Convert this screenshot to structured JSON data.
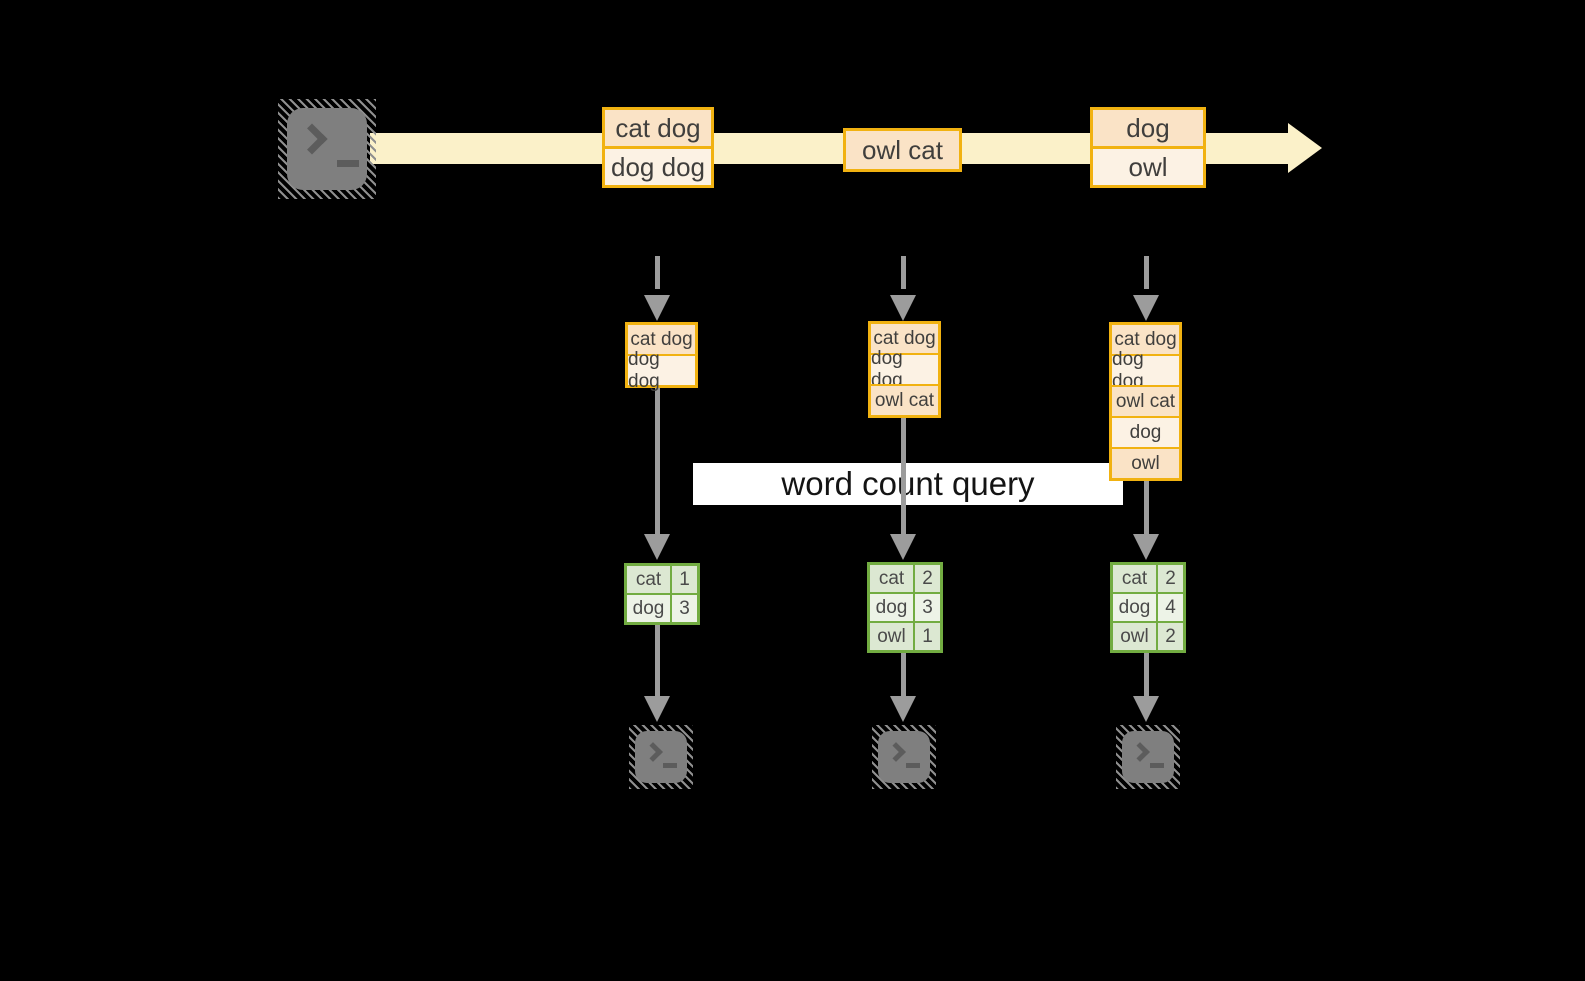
{
  "colors": {
    "background": "#000000",
    "stream_band": "#FBF1C9",
    "box_border": "#F1B211",
    "box_cell_dark": "#FAE3C6",
    "box_cell_light": "#FCF2E4",
    "table_border": "#72AC41",
    "table_cell_dark": "#DCE8D2",
    "table_cell_light": "#EDF3E7",
    "arrow_gray": "#9C9C9C",
    "terminal_fill": "#7F7F7F",
    "terminal_glyph": "#5C5C5C",
    "query_band": "#FFFFFF"
  },
  "stream": {
    "batches": [
      {
        "items": [
          "cat dog",
          "dog dog"
        ]
      },
      {
        "items": [
          "owl cat"
        ]
      },
      {
        "items": [
          "dog",
          "owl"
        ]
      }
    ]
  },
  "states": [
    {
      "items": [
        "cat dog",
        "dog dog"
      ]
    },
    {
      "items": [
        "cat dog",
        "dog dog",
        "owl cat"
      ]
    },
    {
      "items": [
        "cat dog",
        "dog dog",
        "owl cat",
        "dog",
        "owl"
      ]
    }
  ],
  "query": {
    "label": "word count query"
  },
  "results": [
    {
      "rows": [
        {
          "word": "cat",
          "count": "1"
        },
        {
          "word": "dog",
          "count": "3"
        }
      ]
    },
    {
      "rows": [
        {
          "word": "cat",
          "count": "2"
        },
        {
          "word": "dog",
          "count": "3"
        },
        {
          "word": "owl",
          "count": "1"
        }
      ]
    },
    {
      "rows": [
        {
          "word": "cat",
          "count": "2"
        },
        {
          "word": "dog",
          "count": "4"
        },
        {
          "word": "owl",
          "count": "2"
        }
      ]
    }
  ]
}
